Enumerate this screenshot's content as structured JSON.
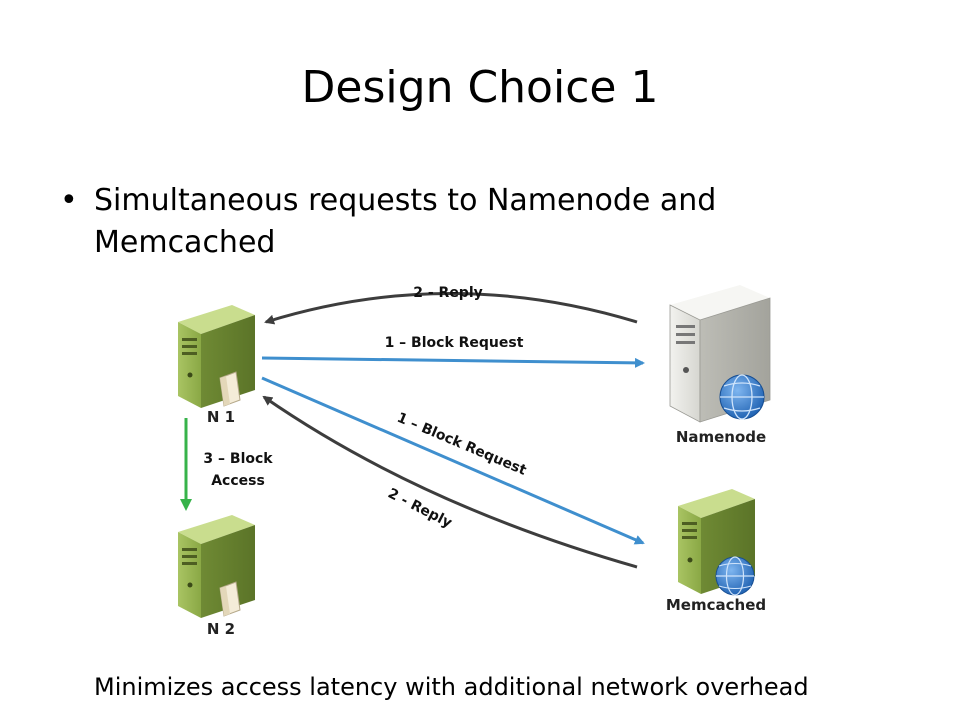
{
  "slide": {
    "title": "Design Choice 1",
    "bullet_symbol": "•",
    "bullet_text": "Simultaneous requests to Namenode and Memcached",
    "footer": "Minimizes access latency with additional network overhead"
  },
  "diagram": {
    "nodes": {
      "n1": "N 1",
      "n2": "N 2",
      "namenode": "Namenode",
      "memcached": "Memcached"
    },
    "edges": {
      "reply_top": "2 - Reply",
      "request_top": "1 – Block Request",
      "request_diag": "1 – Block Request",
      "reply_diag": "2 - Reply",
      "block_access_line1": "3 – Block",
      "block_access_line2": "Access"
    },
    "colors": {
      "request": "#3f8fce",
      "reply": "#3d3d3d",
      "block_access": "#37b34a",
      "server_green": "#9bb755",
      "server_white": "#e4e4e0",
      "globe": "#2e7bd1"
    }
  }
}
